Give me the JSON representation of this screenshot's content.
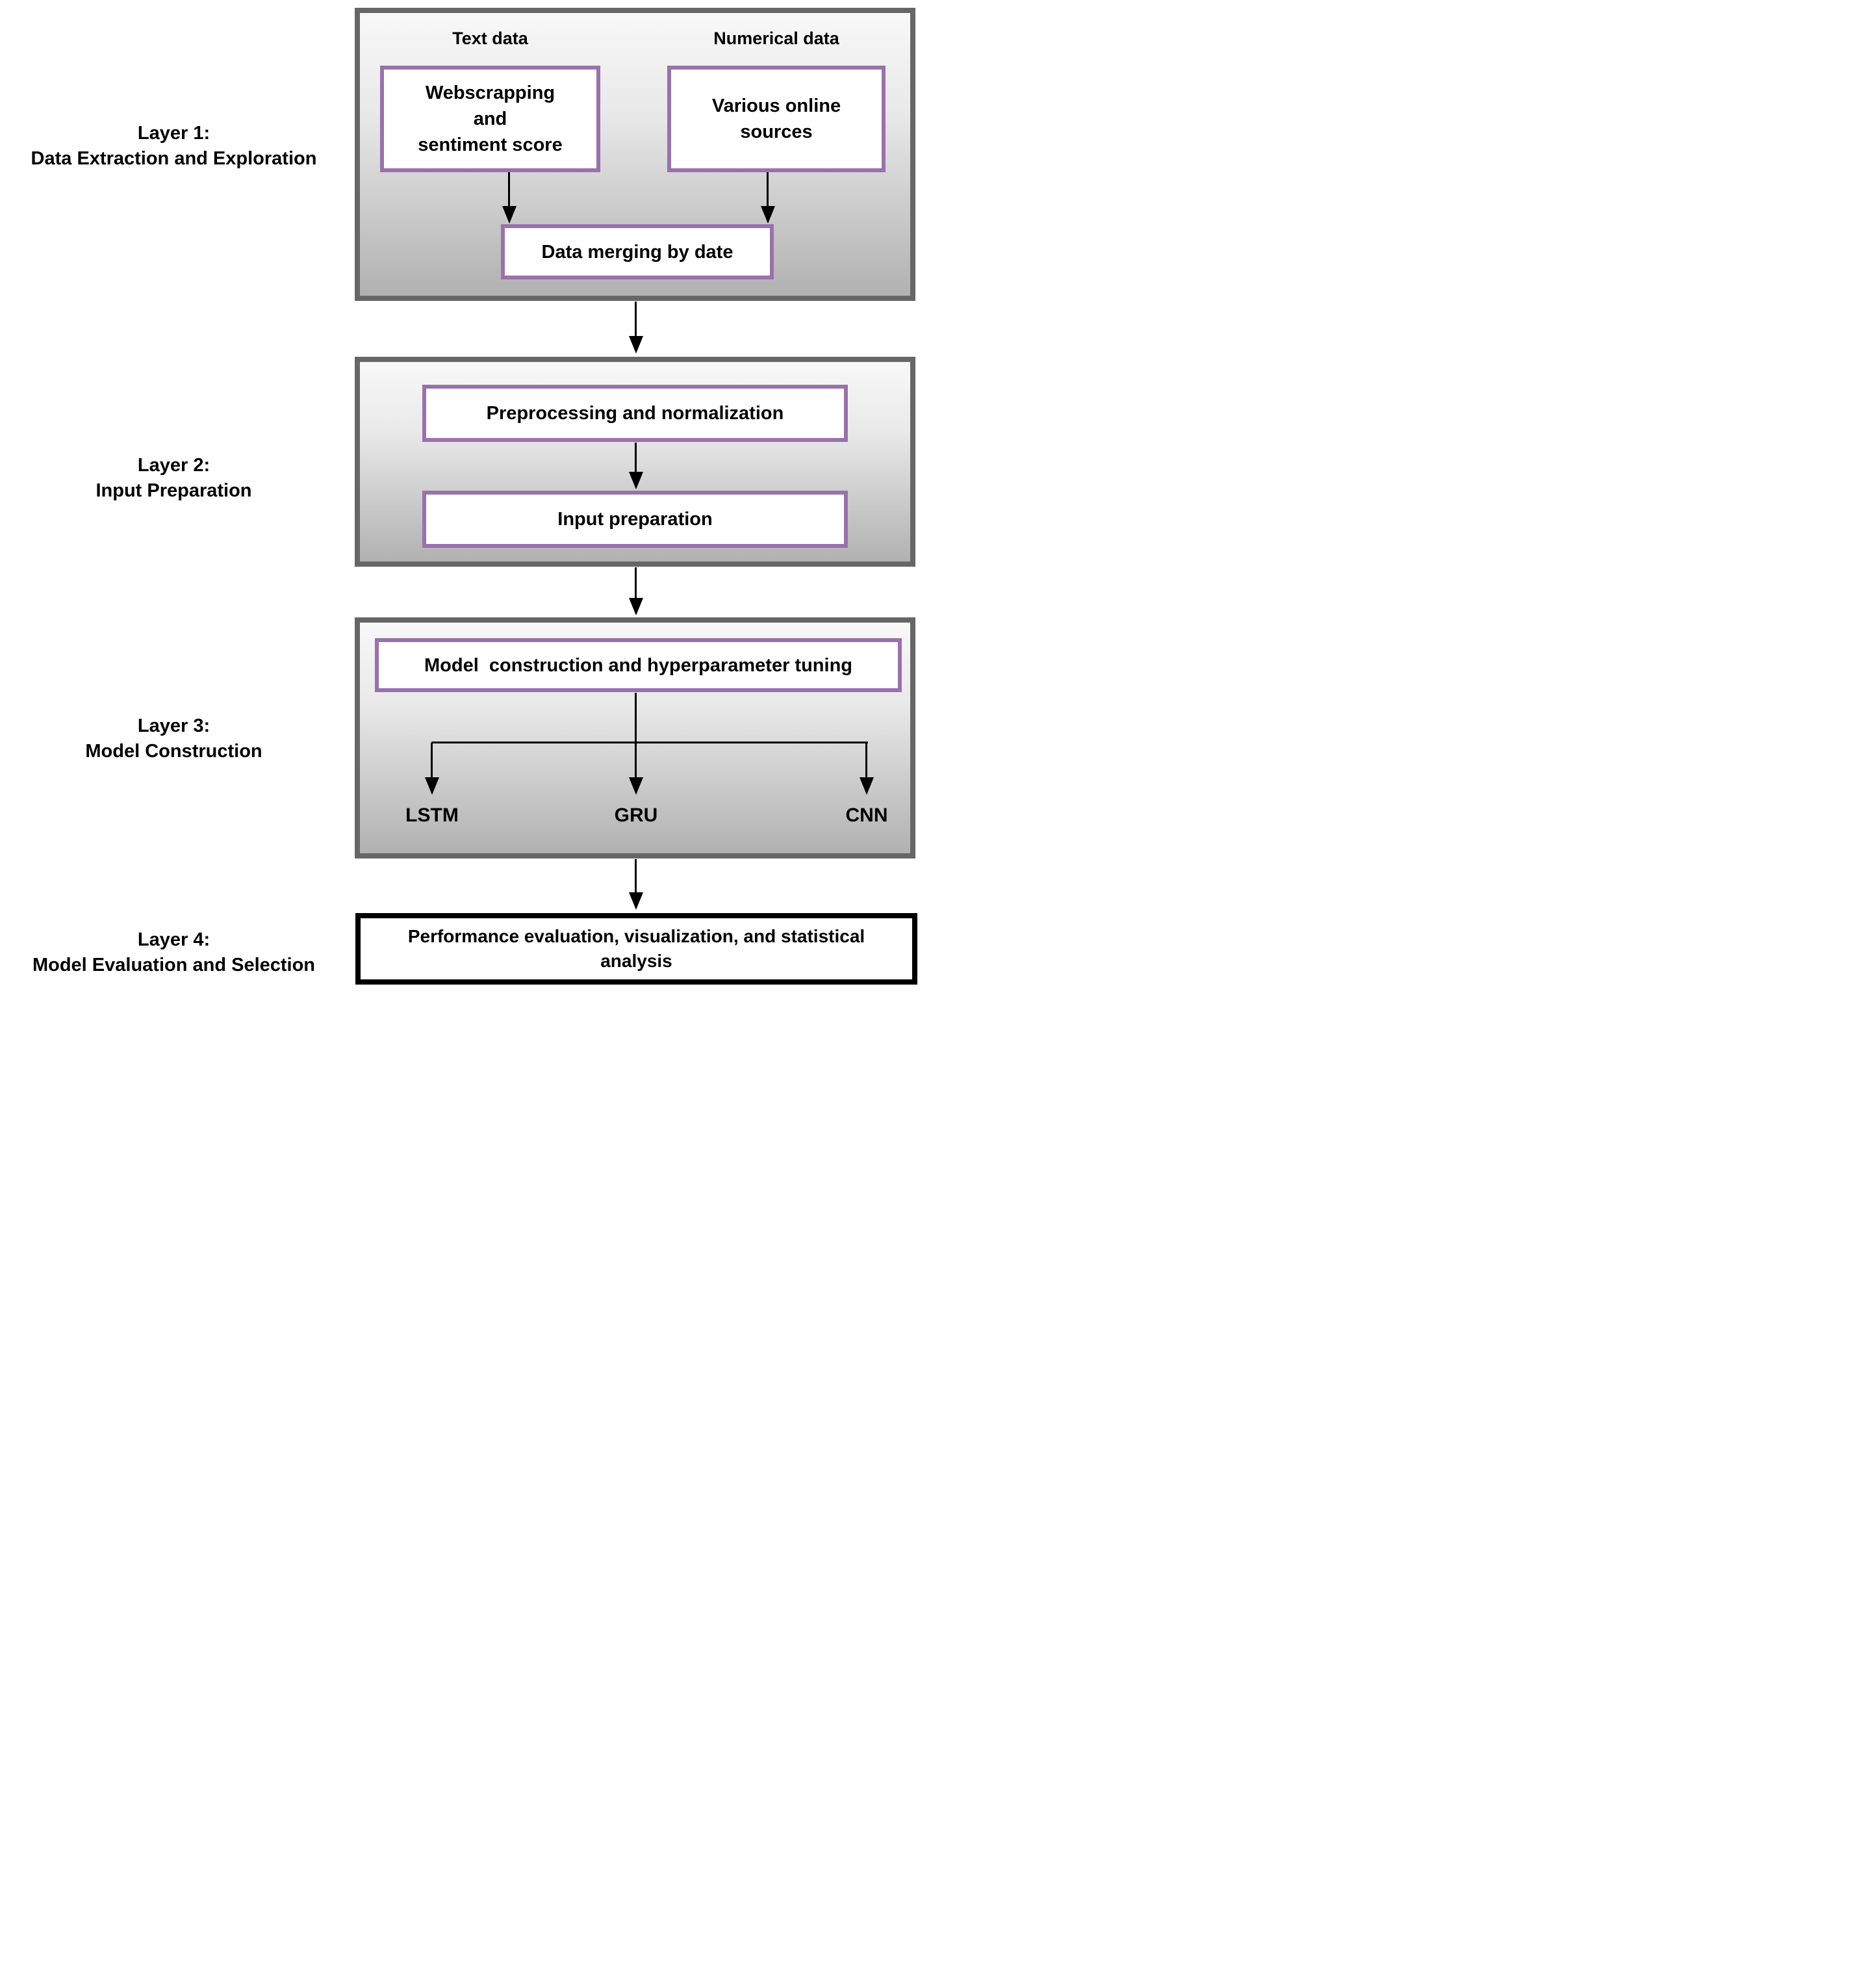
{
  "colors": {
    "accent_purple": "#9a71ab",
    "container_border_gray": "#666666",
    "container_fill_top": "#f8f8f8",
    "container_fill_bottom": "#b1b1b1",
    "final_box_border": "#000000",
    "text_color": "#000000",
    "background": "#ffffff"
  },
  "side_labels": [
    {
      "title": "Layer 1:",
      "subtitle": "Data Extraction and Exploration"
    },
    {
      "title": "Layer 2:",
      "subtitle": "Input Preparation"
    },
    {
      "title": "Layer 3:",
      "subtitle": "Model Construction"
    },
    {
      "title": "Layer 4:",
      "subtitle": "Model Evaluation and Selection"
    }
  ],
  "layer1": {
    "column_headers": [
      "Text data",
      "Numerical data"
    ],
    "webscrapping_box": [
      "Webscrapping",
      "and",
      "sentiment score"
    ],
    "sources_box": [
      "Various online",
      "sources"
    ],
    "merge_box": "Data merging by date"
  },
  "layer2": {
    "preprocessing_box": "Preprocessing and normalization",
    "input_box": "Input preparation"
  },
  "layer3": {
    "model_box": "Model  construction and hyperparameter tuning",
    "models": [
      "LSTM",
      "GRU",
      "CNN"
    ]
  },
  "layer4": {
    "evaluation_box": "Performance evaluation, visualization, and statistical analysis"
  }
}
